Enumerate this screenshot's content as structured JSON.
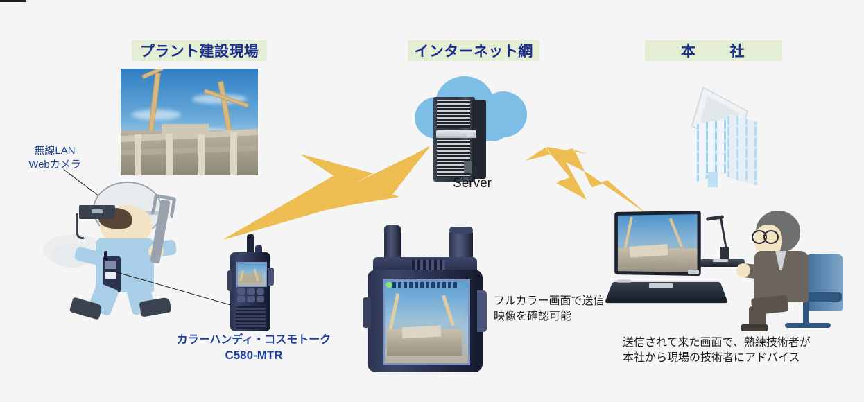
{
  "page": {
    "background_color": "#f5f5f5",
    "accent_blue": "#1e3f9c",
    "badge_bg": "#e3eed4",
    "bolt_color": "#edbd52",
    "cloud_color": "#7cbee6"
  },
  "sections": [
    {
      "id": "site",
      "label": "プラント建設現場"
    },
    {
      "id": "internet",
      "label": "インターネット網"
    },
    {
      "id": "hq",
      "label": "本　　社"
    }
  ],
  "annotations": {
    "wifi_camera": "無線LAN\nWebカメラ",
    "wifi_camera_line1": "無線LAN",
    "wifi_camera_line2": "Webカメラ",
    "server_caption": "Server",
    "product_name": "カラーハンディ・コスモトーク",
    "product_model": "C580-MTR",
    "radio_note_line1": "フルカラー画面で送信",
    "radio_note_line2": "映像を確認可能",
    "hq_note_line1": "送信されて来た画面で、熟練技術者が",
    "hq_note_line2": "本社から現場の技術者にアドバイス"
  },
  "graphics": {
    "construction_photo": "construction-site-photo",
    "cloud": "cloud-shape",
    "server": "tower-server-icon",
    "building": "office-building-icon",
    "worker": "field-worker-illustration",
    "engineer": "senior-engineer-illustration",
    "laptop": "laptop-computer-illustration",
    "desk_mic": "desk-microphone-illustration",
    "handheld_radio": "handheld-radio-illustration",
    "handheld_radio_closeup": "handheld-radio-closeup-illustration",
    "bolt_uplink": "lightning-bolt-uplink-arrow",
    "bolt_downlink": "lightning-bolt-downlink-arrow",
    "leader_camera": "leader-line-to-helmet-camera",
    "leader_radio": "leader-line-to-handheld-radio"
  }
}
